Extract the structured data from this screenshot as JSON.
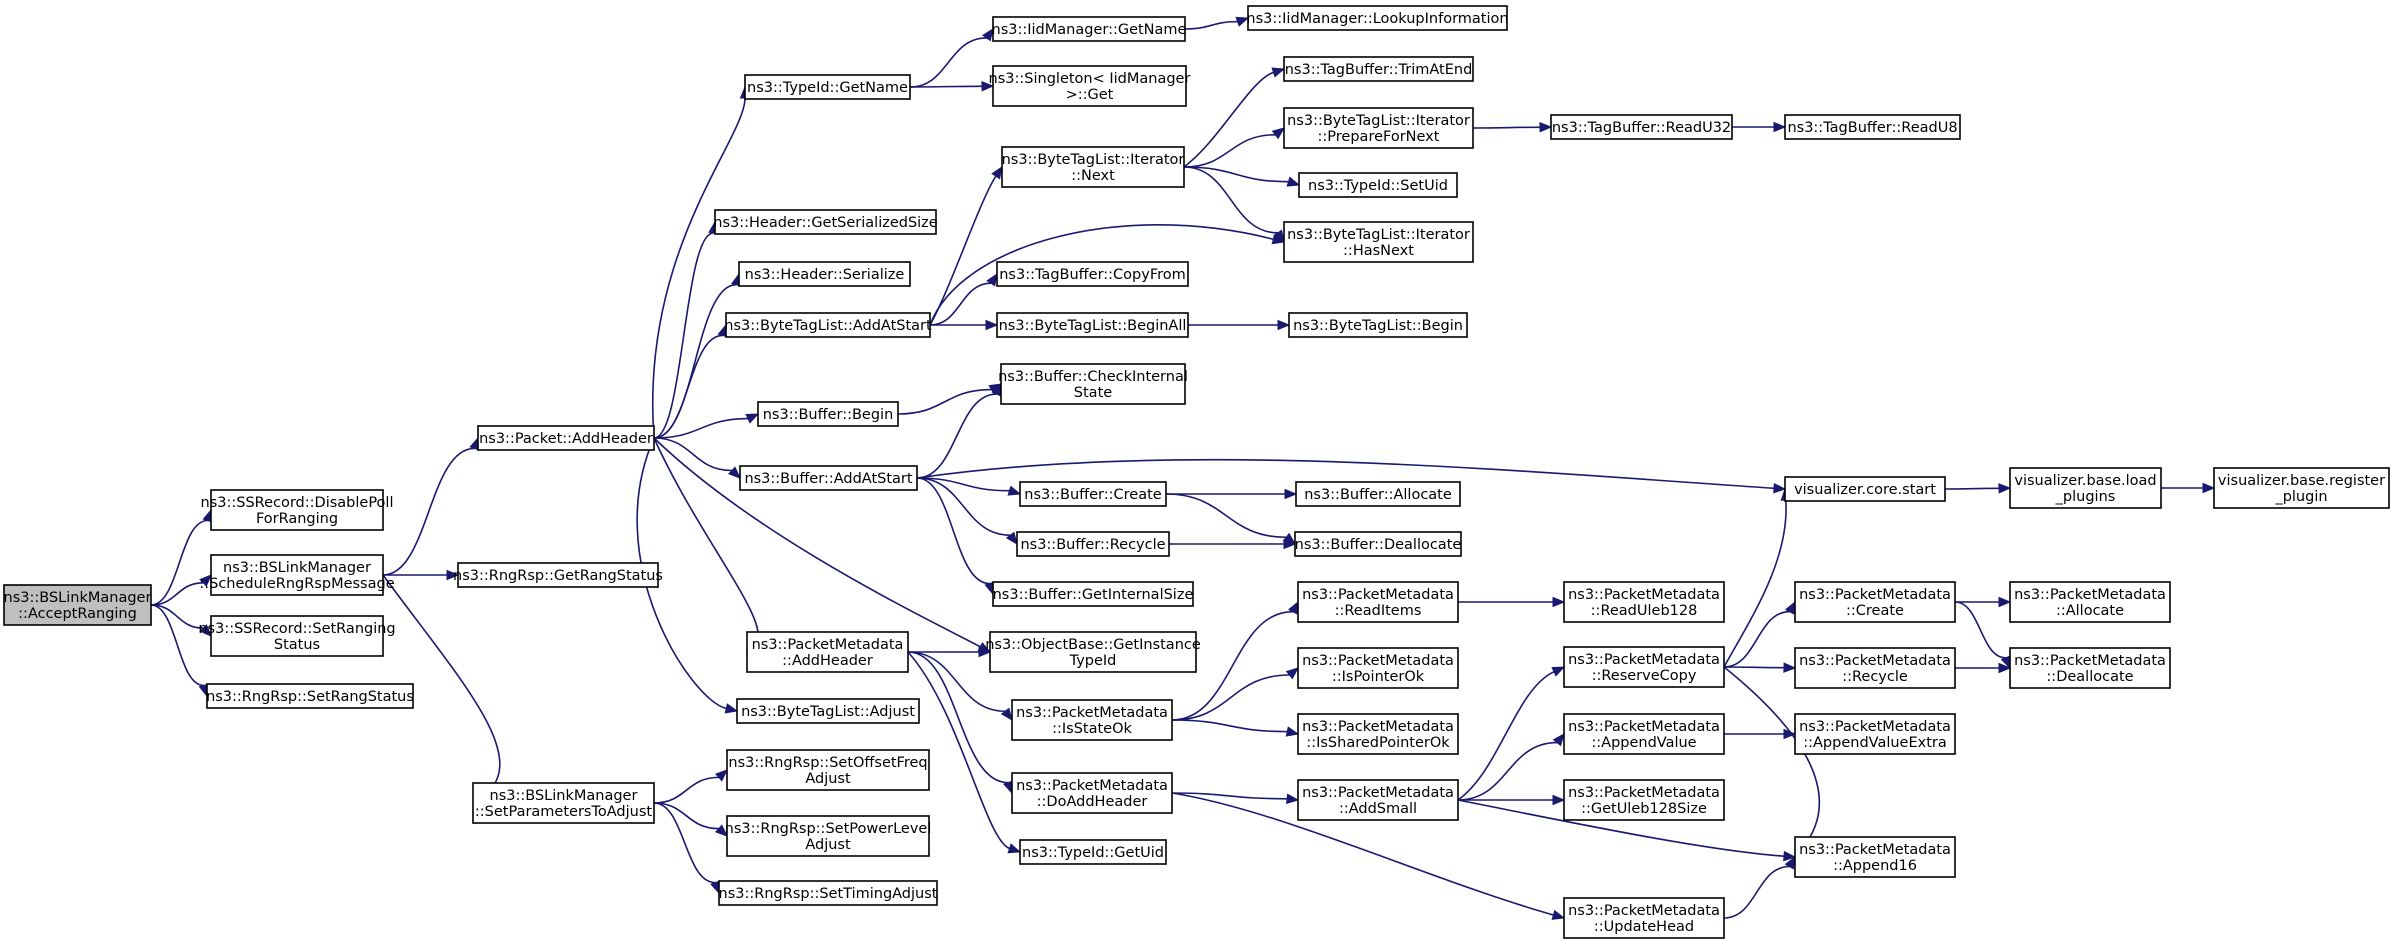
{
  "graph": {
    "nodes": [
      {
        "id": "n0",
        "label": [
          "ns3::BSLinkManager",
          "::AcceptRanging"
        ],
        "root": true
      },
      {
        "id": "n1",
        "label": [
          "ns3::SSRecord::DisablePoll",
          "ForRanging"
        ]
      },
      {
        "id": "n2",
        "label": [
          "ns3::BSLinkManager",
          "::ScheduleRngRspMessage"
        ]
      },
      {
        "id": "n3",
        "label": [
          "ns3::SSRecord::SetRanging",
          "Status"
        ]
      },
      {
        "id": "n4",
        "label": [
          "ns3::RngRsp::SetRangStatus"
        ]
      },
      {
        "id": "n5",
        "label": [
          "ns3::Packet::AddHeader"
        ]
      },
      {
        "id": "n6",
        "label": [
          "ns3::RngRsp::GetRangStatus"
        ]
      },
      {
        "id": "n7",
        "label": [
          "ns3::BSLinkManager",
          "::SetParametersToAdjust"
        ]
      },
      {
        "id": "n8",
        "label": [
          "ns3::TypeId::GetName"
        ]
      },
      {
        "id": "n9",
        "label": [
          "ns3::Header::GetSerializedSize"
        ]
      },
      {
        "id": "n10",
        "label": [
          "ns3::Header::Serialize"
        ]
      },
      {
        "id": "n11",
        "label": [
          "ns3::ByteTagList::AddAtStart"
        ]
      },
      {
        "id": "n12",
        "label": [
          "ns3::Buffer::Begin"
        ]
      },
      {
        "id": "n13",
        "label": [
          "ns3::Buffer::AddAtStart"
        ]
      },
      {
        "id": "n14",
        "label": [
          "ns3::PacketMetadata",
          "::AddHeader"
        ]
      },
      {
        "id": "n15",
        "label": [
          "ns3::ByteTagList::Adjust"
        ]
      },
      {
        "id": "n16",
        "label": [
          "ns3::RngRsp::SetOffsetFreq",
          "Adjust"
        ]
      },
      {
        "id": "n17",
        "label": [
          "ns3::RngRsp::SetPowerLevel",
          "Adjust"
        ]
      },
      {
        "id": "n18",
        "label": [
          "ns3::RngRsp::SetTimingAdjust"
        ]
      },
      {
        "id": "n19",
        "label": [
          "ns3::IidManager::GetName"
        ]
      },
      {
        "id": "n20",
        "label": [
          "ns3::Singleton< IidManager",
          " >::Get"
        ]
      },
      {
        "id": "n21",
        "label": [
          "ns3::ByteTagList::Iterator",
          "::Next"
        ]
      },
      {
        "id": "n22",
        "label": [
          "ns3::TagBuffer::CopyFrom"
        ]
      },
      {
        "id": "n23",
        "label": [
          "ns3::ByteTagList::BeginAll"
        ]
      },
      {
        "id": "n24",
        "label": [
          "ns3::Buffer::CheckInternal",
          "State"
        ]
      },
      {
        "id": "n25",
        "label": [
          "ns3::Buffer::Create"
        ]
      },
      {
        "id": "n26",
        "label": [
          "ns3::Buffer::Recycle"
        ]
      },
      {
        "id": "n27",
        "label": [
          "ns3::Buffer::GetInternalSize"
        ]
      },
      {
        "id": "n28",
        "label": [
          "ns3::ObjectBase::GetInstance",
          "TypeId"
        ]
      },
      {
        "id": "n29",
        "label": [
          "ns3::PacketMetadata",
          "::IsStateOk"
        ]
      },
      {
        "id": "n30",
        "label": [
          "ns3::PacketMetadata",
          "::DoAddHeader"
        ]
      },
      {
        "id": "n31",
        "label": [
          "ns3::TypeId::GetUid"
        ]
      },
      {
        "id": "n32",
        "label": [
          "ns3::IidManager::LookupInformation"
        ]
      },
      {
        "id": "n33",
        "label": [
          "ns3::TagBuffer::TrimAtEnd"
        ]
      },
      {
        "id": "n34",
        "label": [
          "ns3::ByteTagList::Iterator",
          "::PrepareForNext"
        ]
      },
      {
        "id": "n35",
        "label": [
          "ns3::TypeId::SetUid"
        ]
      },
      {
        "id": "n36",
        "label": [
          "ns3::ByteTagList::Iterator",
          "::HasNext"
        ]
      },
      {
        "id": "n37",
        "label": [
          "ns3::ByteTagList::Begin"
        ]
      },
      {
        "id": "n38",
        "label": [
          "ns3::Buffer::Allocate"
        ]
      },
      {
        "id": "n39",
        "label": [
          "ns3::Buffer::Deallocate"
        ]
      },
      {
        "id": "n40",
        "label": [
          "ns3::PacketMetadata",
          "::ReadItems"
        ]
      },
      {
        "id": "n41",
        "label": [
          "ns3::PacketMetadata",
          "::IsPointerOk"
        ]
      },
      {
        "id": "n42",
        "label": [
          "ns3::PacketMetadata",
          "::IsSharedPointerOk"
        ]
      },
      {
        "id": "n43",
        "label": [
          "ns3::PacketMetadata",
          "::AddSmall"
        ]
      },
      {
        "id": "n44",
        "label": [
          "ns3::PacketMetadata",
          "::UpdateHead"
        ]
      },
      {
        "id": "n45",
        "label": [
          "ns3::TagBuffer::ReadU32"
        ]
      },
      {
        "id": "n46",
        "label": [
          "visualizer.core.start"
        ]
      },
      {
        "id": "n47",
        "label": [
          "ns3::PacketMetadata",
          "::ReadUleb128"
        ]
      },
      {
        "id": "n48",
        "label": [
          "ns3::PacketMetadata",
          "::ReserveCopy"
        ]
      },
      {
        "id": "n49",
        "label": [
          "ns3::PacketMetadata",
          "::AppendValue"
        ]
      },
      {
        "id": "n50",
        "label": [
          "ns3::PacketMetadata",
          "::GetUleb128Size"
        ]
      },
      {
        "id": "n51",
        "label": [
          "ns3::PacketMetadata",
          "::Append16"
        ]
      },
      {
        "id": "n52",
        "label": [
          "ns3::TagBuffer::ReadU8"
        ]
      },
      {
        "id": "n53",
        "label": [
          "visualizer.base.load",
          "_plugins"
        ]
      },
      {
        "id": "n54",
        "label": [
          "ns3::PacketMetadata",
          "::Create"
        ]
      },
      {
        "id": "n55",
        "label": [
          "ns3::PacketMetadata",
          "::Recycle"
        ]
      },
      {
        "id": "n56",
        "label": [
          "ns3::PacketMetadata",
          "::AppendValueExtra"
        ]
      },
      {
        "id": "n57",
        "label": [
          "visualizer.base.register",
          "_plugin"
        ]
      },
      {
        "id": "n58",
        "label": [
          "ns3::PacketMetadata",
          "::Allocate"
        ]
      },
      {
        "id": "n59",
        "label": [
          "ns3::PacketMetadata",
          "::Deallocate"
        ]
      }
    ],
    "edges": [
      [
        "n0",
        "n1"
      ],
      [
        "n0",
        "n2"
      ],
      [
        "n0",
        "n3"
      ],
      [
        "n0",
        "n4"
      ],
      [
        "n2",
        "n5"
      ],
      [
        "n2",
        "n6"
      ],
      [
        "n2",
        "n7"
      ],
      [
        "n5",
        "n8"
      ],
      [
        "n5",
        "n9"
      ],
      [
        "n5",
        "n10"
      ],
      [
        "n5",
        "n11"
      ],
      [
        "n5",
        "n12"
      ],
      [
        "n5",
        "n13"
      ],
      [
        "n5",
        "n14"
      ],
      [
        "n5",
        "n15"
      ],
      [
        "n5",
        "n28"
      ],
      [
        "n7",
        "n16"
      ],
      [
        "n7",
        "n17"
      ],
      [
        "n7",
        "n18"
      ],
      [
        "n8",
        "n19"
      ],
      [
        "n8",
        "n20"
      ],
      [
        "n19",
        "n32"
      ],
      [
        "n11",
        "n21"
      ],
      [
        "n11",
        "n22"
      ],
      [
        "n11",
        "n23"
      ],
      [
        "n11",
        "n36"
      ],
      [
        "n21",
        "n33"
      ],
      [
        "n21",
        "n34"
      ],
      [
        "n21",
        "n35"
      ],
      [
        "n21",
        "n36"
      ],
      [
        "n34",
        "n45"
      ],
      [
        "n45",
        "n52"
      ],
      [
        "n23",
        "n37"
      ],
      [
        "n12",
        "n24"
      ],
      [
        "n13",
        "n24"
      ],
      [
        "n13",
        "n25"
      ],
      [
        "n13",
        "n26"
      ],
      [
        "n13",
        "n27"
      ],
      [
        "n13",
        "n46"
      ],
      [
        "n25",
        "n38"
      ],
      [
        "n25",
        "n39"
      ],
      [
        "n26",
        "n39"
      ],
      [
        "n14",
        "n28"
      ],
      [
        "n14",
        "n29"
      ],
      [
        "n14",
        "n30"
      ],
      [
        "n14",
        "n31"
      ],
      [
        "n29",
        "n40"
      ],
      [
        "n29",
        "n41"
      ],
      [
        "n29",
        "n42"
      ],
      [
        "n40",
        "n47"
      ],
      [
        "n30",
        "n43"
      ],
      [
        "n30",
        "n44"
      ],
      [
        "n43",
        "n48"
      ],
      [
        "n43",
        "n49"
      ],
      [
        "n43",
        "n50"
      ],
      [
        "n43",
        "n51"
      ],
      [
        "n44",
        "n51"
      ],
      [
        "n48",
        "n46"
      ],
      [
        "n48",
        "n54"
      ],
      [
        "n48",
        "n55"
      ],
      [
        "n48",
        "n51"
      ],
      [
        "n49",
        "n56"
      ],
      [
        "n46",
        "n53"
      ],
      [
        "n53",
        "n57"
      ],
      [
        "n54",
        "n58"
      ],
      [
        "n54",
        "n59"
      ],
      [
        "n55",
        "n59"
      ]
    ]
  }
}
